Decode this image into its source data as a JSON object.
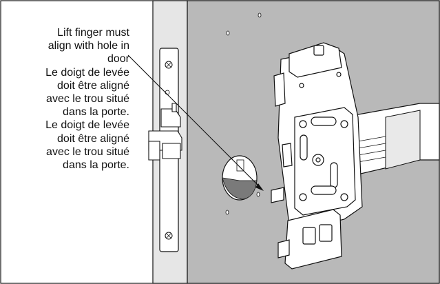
{
  "callout": {
    "lines": [
      "Lift finger must",
      "align with hole in",
      "door",
      "Le doigt de levée",
      "doit être aligné",
      "avec le trou situé",
      "dans la porte.",
      "Le doigt de levée",
      "doit être aligné",
      "avec le trou situé",
      "dans la porte."
    ]
  },
  "colors": {
    "wall": "#b9b9b9",
    "door_edge": "#e6e6e6",
    "line": "#111111",
    "plate": "#ffffff",
    "hole_shadow": "#7a7a7a"
  }
}
